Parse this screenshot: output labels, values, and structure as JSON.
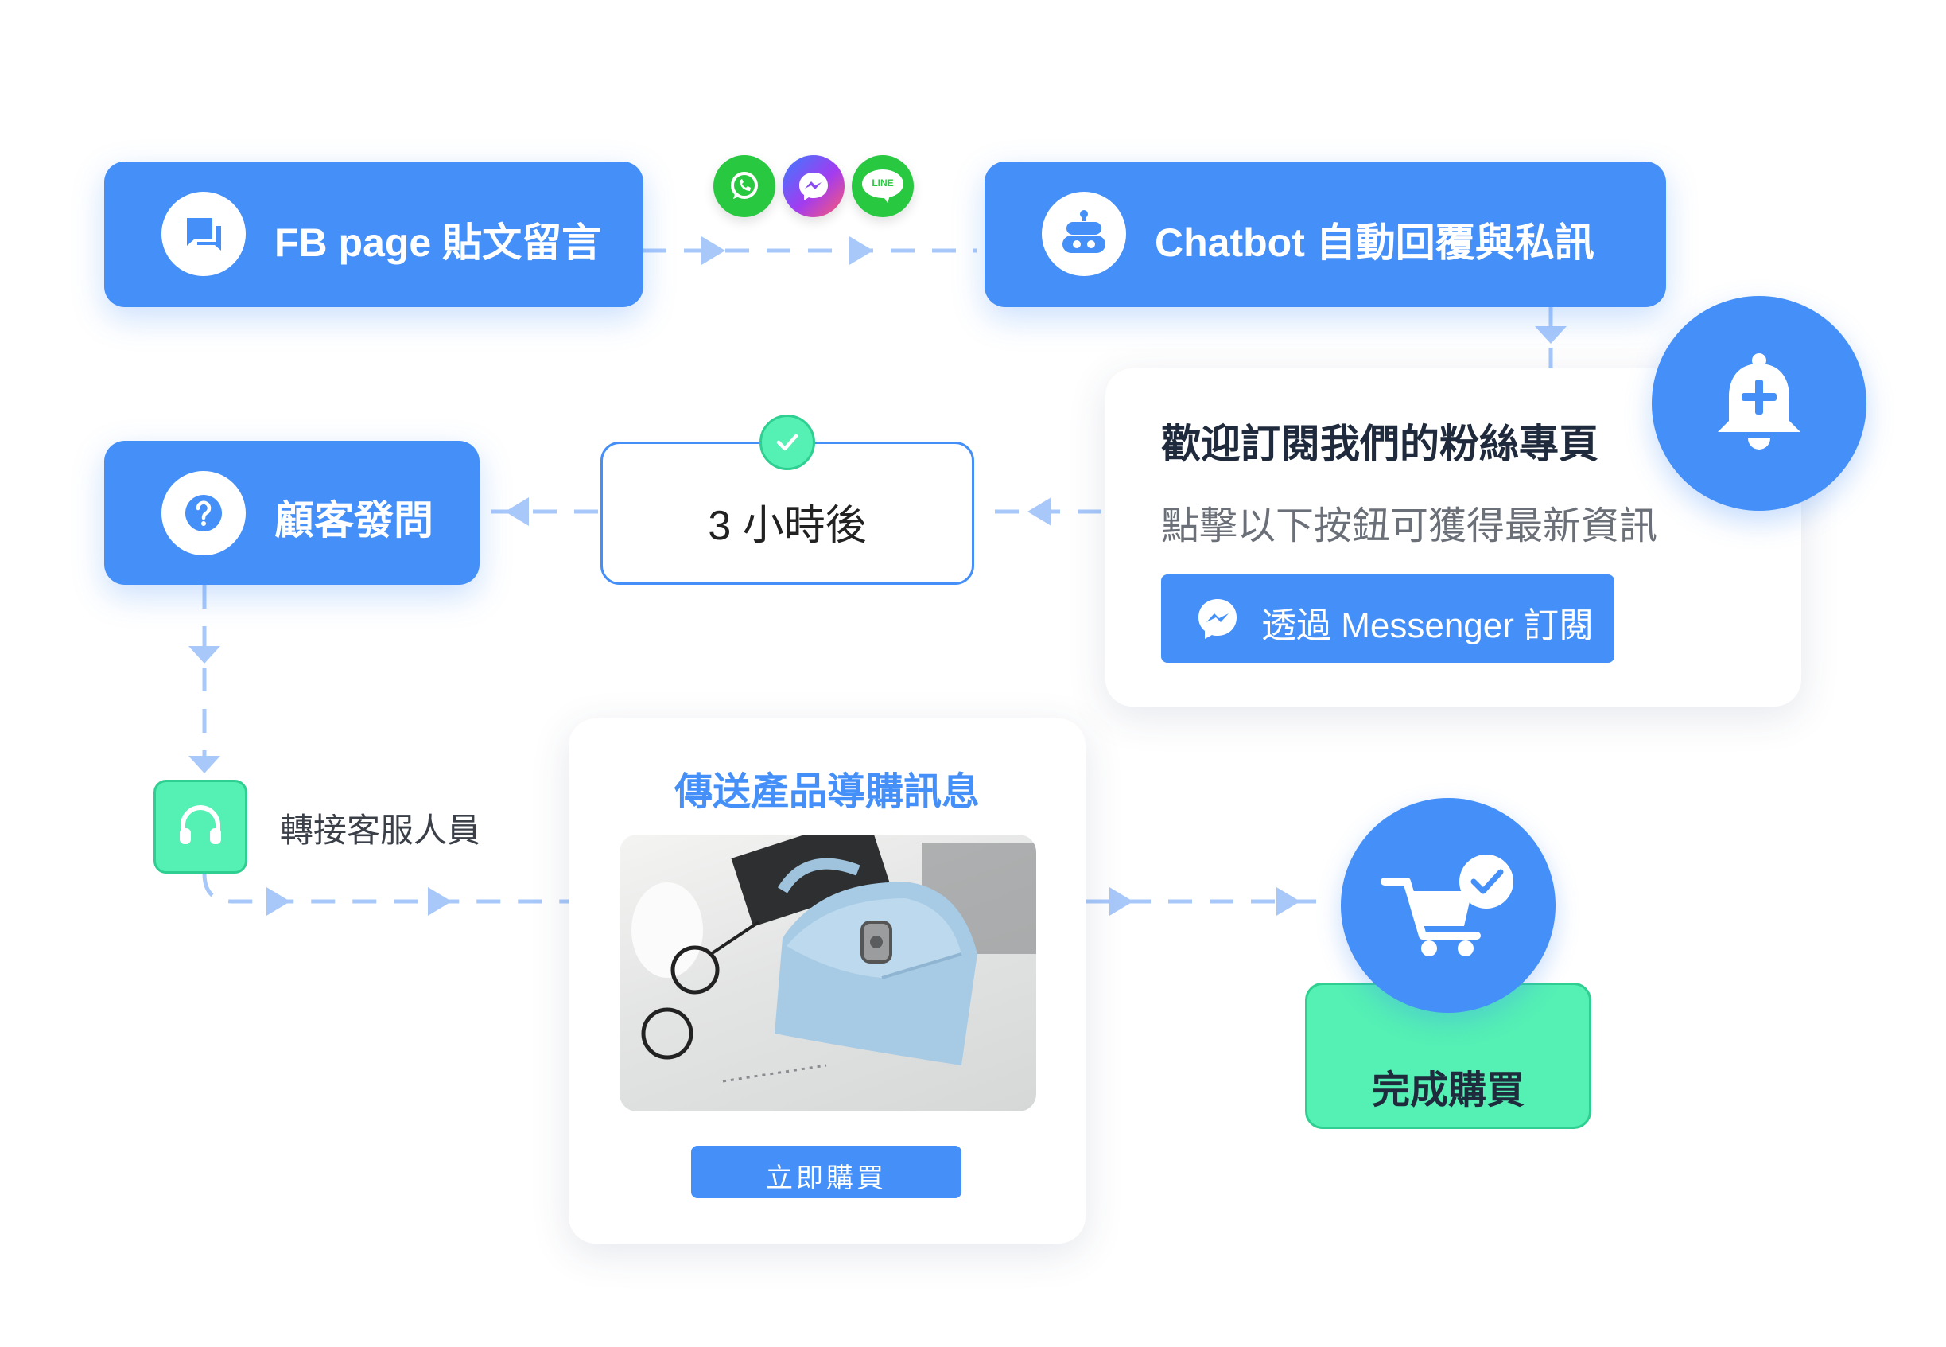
{
  "nodes": {
    "fb_page": "FB page 貼文留言",
    "chatbot": "Chatbot 自動回覆與私訊",
    "customer_question": "顧客發問",
    "delay": "3 小時後",
    "transfer_agent": "轉接客服人員",
    "complete_purchase": "完成購買"
  },
  "channels": {
    "line_label": "LINE"
  },
  "subscribe_card": {
    "title": "歡迎訂閱我們的粉絲專頁",
    "subtitle": "點擊以下按鈕可獲得最新資訊",
    "button_label": "透過 Messenger 訂閱"
  },
  "product_card": {
    "title": "傳送產品導購訊息",
    "buy_button": "立即購買"
  },
  "colors": {
    "primary_blue": "#448ff8",
    "green": "#54f0b4",
    "whatsapp_green": "#28c840",
    "connector": "#a8c8fa"
  }
}
